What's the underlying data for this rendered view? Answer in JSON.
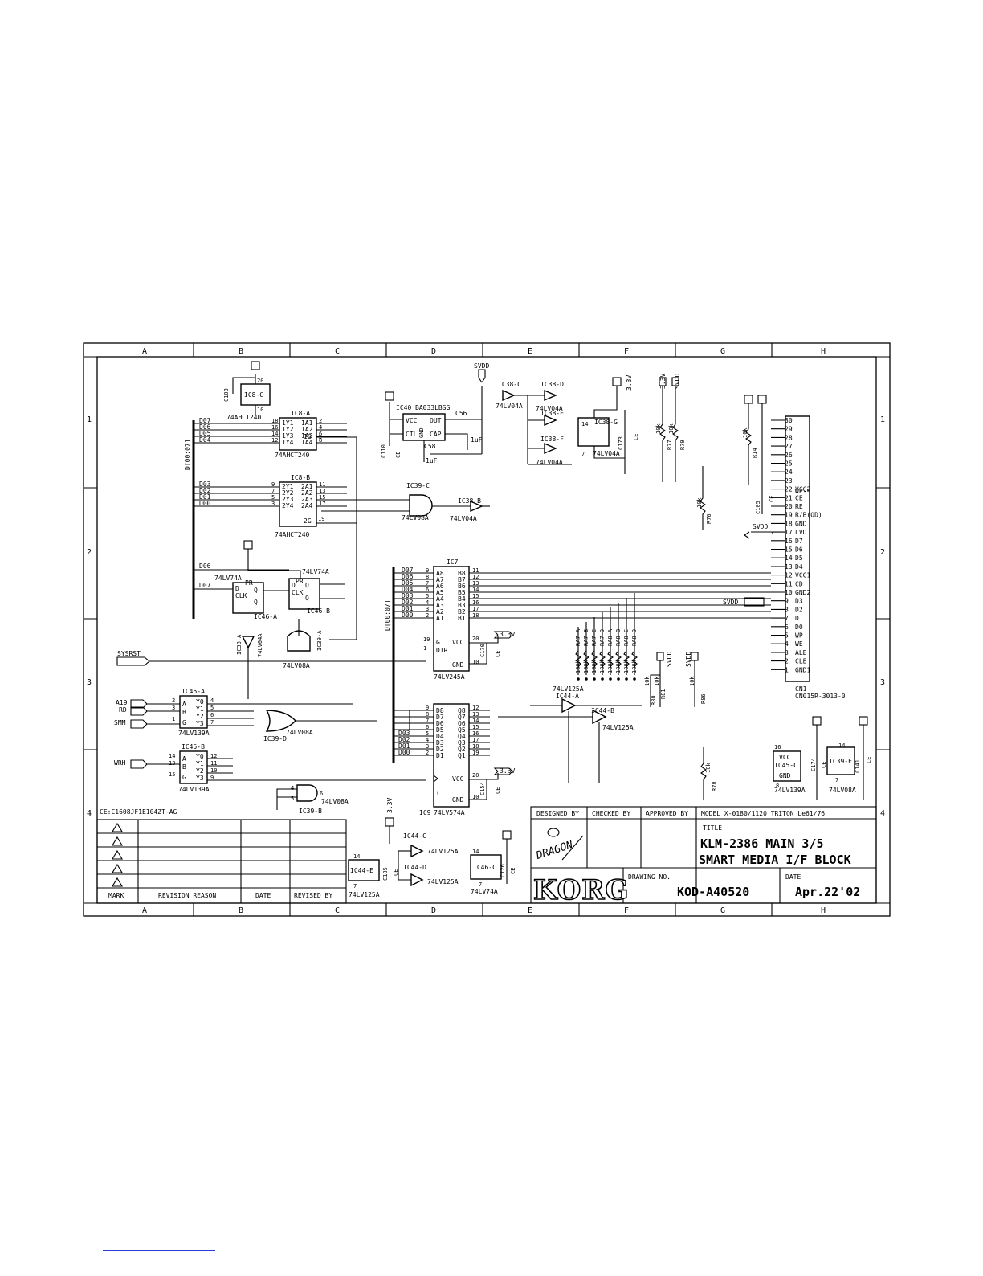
{
  "columns": [
    "A",
    "B",
    "C",
    "D",
    "E",
    "F",
    "G",
    "H"
  ],
  "rows": [
    "1",
    "2",
    "3",
    "4"
  ],
  "capacitor_note": "CE:C1608JF1E104ZT-AG",
  "revision_table": {
    "headers": [
      "MARK",
      "REVISION REASON",
      "DATE",
      "REVISED BY"
    ]
  },
  "title_block": {
    "designed_by": "DESIGNED BY",
    "checked_by": "CHECKED BY",
    "approved_by": "APPROVED BY",
    "model": "MODEL X-0180/1120 TRITON Le61/76",
    "title_label": "TITLE",
    "title_line1": "KLM-2386 MAIN 3/5",
    "title_line2": "SMART MEDIA I/F BLOCK",
    "drawing_no_label": "DRAWING NO.",
    "drawing_no": "KOD-A40520",
    "date_label": "DATE",
    "date": "Apr.22'02",
    "brand": "KORG",
    "signature": "DRAGON"
  },
  "nets": {
    "svdd": "SVDD",
    "v33": "3.3V",
    "sysrst": "SYSRST",
    "a19": "A19",
    "rd": "RD",
    "smm": "SMM",
    "wrh": "WRH",
    "bus_d07": "D[00:07]"
  },
  "parts": {
    "ic8c": "IC8-C",
    "ic8a": "IC8-A",
    "ic8b": "IC8-B",
    "ic8_type": "74AHCT240",
    "ic40": "IC40",
    "ic40_type": "BA033LBSG",
    "c56": "C56",
    "c58": "C58",
    "c110": "C110",
    "c103": "C103",
    "cap_1uf": "1uF",
    "ce": "CE",
    "ic38c": "IC38-C",
    "ic38d": "IC38-D",
    "ic38e": "IC38-E",
    "ic38f": "IC38-F",
    "ic38g": "IC38-G",
    "ic38b": "IC38-B",
    "ic38a": "IC38-A",
    "type_04": "74LV04A",
    "c173": "C173",
    "c105": "C105",
    "r77": "R77",
    "r79": "R79",
    "r14": "R14",
    "r76": "R76",
    "r78": "R78",
    "r80": "R80",
    "r81": "R81",
    "r86": "R86",
    "res_10k": "10k",
    "res_100k": "100k",
    "ic39c": "IC39-C",
    "ic39a": "IC39-A",
    "ic39d": "IC39-D",
    "ic39b": "IC39-B",
    "ic39e": "IC39-E",
    "type_08": "74LV08A",
    "ic46a": "IC46-A",
    "ic46b": "IC46-B",
    "ic46c": "IC46-C",
    "type_74": "74LV74A",
    "ic7": "IC7",
    "ic7_type": "74LV245A",
    "ic9": "IC9",
    "ic9_type": "74LV574A",
    "c170": "C170",
    "c154": "C154",
    "c174": "C174",
    "c141": "C141",
    "c126": "C126",
    "c185": "C185",
    "ic45a": "IC45-A",
    "ic45b": "IC45-B",
    "ic45c": "IC45-C",
    "type_139": "74LV139A",
    "ic44a": "IC44-A",
    "ic44b": "IC44-B",
    "ic44c": "IC44-C",
    "ic44d": "IC44-D",
    "ic44e": "IC44-E",
    "type_125": "74LV125A",
    "cn1": "CN1",
    "cn1_type": "CN015R-3013-0",
    "ra_names": [
      "RA7-A",
      "RA7-B",
      "RA7-C",
      "RA7-D",
      "RA8-A",
      "RA8-B",
      "RA8-C",
      "RA8-D"
    ],
    "wp_s": "WP-S"
  },
  "cn1_pins": [
    {
      "num": "30",
      "sig": ""
    },
    {
      "num": "29",
      "sig": ""
    },
    {
      "num": "28",
      "sig": ""
    },
    {
      "num": "27",
      "sig": ""
    },
    {
      "num": "26",
      "sig": ""
    },
    {
      "num": "25",
      "sig": ""
    },
    {
      "num": "24",
      "sig": ""
    },
    {
      "num": "23",
      "sig": ""
    },
    {
      "num": "22",
      "sig": "VCC2"
    },
    {
      "num": "21",
      "sig": "CE"
    },
    {
      "num": "20",
      "sig": "RE"
    },
    {
      "num": "19",
      "sig": "R/B(OD)"
    },
    {
      "num": "18",
      "sig": "GND"
    },
    {
      "num": "17",
      "sig": "LVD"
    },
    {
      "num": "16",
      "sig": "D7"
    },
    {
      "num": "15",
      "sig": "D6"
    },
    {
      "num": "14",
      "sig": "D5"
    },
    {
      "num": "13",
      "sig": "D4"
    },
    {
      "num": "12",
      "sig": "VCC1"
    },
    {
      "num": "11",
      "sig": "CD"
    },
    {
      "num": "10",
      "sig": "GND2"
    },
    {
      "num": "9",
      "sig": "D3"
    },
    {
      "num": "8",
      "sig": "D2"
    },
    {
      "num": "7",
      "sig": "D1"
    },
    {
      "num": "6",
      "sig": "D0"
    },
    {
      "num": "5",
      "sig": "WP"
    },
    {
      "num": "4",
      "sig": "WE"
    },
    {
      "num": "3",
      "sig": "ALE"
    },
    {
      "num": "2",
      "sig": "CLE"
    },
    {
      "num": "1",
      "sig": "GND1"
    }
  ],
  "ic7_pins_left": [
    {
      "n": "D07",
      "p": "9",
      "s": "A8"
    },
    {
      "n": "D06",
      "p": "8",
      "s": "A7"
    },
    {
      "n": "D05",
      "p": "7",
      "s": "A6"
    },
    {
      "n": "D04",
      "p": "6",
      "s": "A5"
    },
    {
      "n": "D03",
      "p": "5",
      "s": "A4"
    },
    {
      "n": "D02",
      "p": "4",
      "s": "A3"
    },
    {
      "n": "D01",
      "p": "3",
      "s": "A2"
    },
    {
      "n": "D00",
      "p": "2",
      "s": "A1"
    }
  ],
  "ic7_pins_right": [
    {
      "s": "B8",
      "p": "11"
    },
    {
      "s": "B7",
      "p": "12"
    },
    {
      "s": "B6",
      "p": "13"
    },
    {
      "s": "B5",
      "p": "14"
    },
    {
      "s": "B4",
      "p": "15"
    },
    {
      "s": "B3",
      "p": "16"
    },
    {
      "s": "B2",
      "p": "17"
    },
    {
      "s": "B1",
      "p": "18"
    }
  ],
  "ic9_pins_left": [
    {
      "n": "",
      "p": "9",
      "s": "D8"
    },
    {
      "n": "",
      "p": "8",
      "s": "D7"
    },
    {
      "n": "",
      "p": "7",
      "s": "D6"
    },
    {
      "n": "",
      "p": "6",
      "s": "D5"
    },
    {
      "n": "D03",
      "p": "5",
      "s": "D4"
    },
    {
      "n": "D02",
      "p": "4",
      "s": "D3"
    },
    {
      "n": "D01",
      "p": "3",
      "s": "D2"
    },
    {
      "n": "D00",
      "p": "2",
      "s": "D1"
    }
  ],
  "ic9_pins_right": [
    {
      "s": "Q8",
      "p": "12"
    },
    {
      "s": "Q7",
      "p": "13"
    },
    {
      "s": "Q6",
      "p": "14"
    },
    {
      "s": "Q5",
      "p": "15"
    },
    {
      "s": "Q4",
      "p": "16"
    },
    {
      "s": "Q3",
      "p": "17"
    },
    {
      "s": "Q2",
      "p": "18"
    },
    {
      "s": "Q1",
      "p": "19"
    }
  ],
  "ic8a_rows": [
    {
      "n": "D07",
      "p": "18",
      "o": "1Y1",
      "i": "1A1",
      "q": "2"
    },
    {
      "n": "D06",
      "p": "16",
      "o": "1Y2",
      "i": "1A2",
      "q": "4"
    },
    {
      "n": "D05",
      "p": "14",
      "o": "1Y3",
      "i": "1A3",
      "q": "6"
    },
    {
      "n": "D04",
      "p": "12",
      "o": "1Y4",
      "i": "1A4",
      "q": "8"
    }
  ],
  "ic8b_rows": [
    {
      "n": "D03",
      "p": "9",
      "o": "2Y1",
      "i": "2A1",
      "q": "11"
    },
    {
      "n": "D02",
      "p": "7",
      "o": "2Y2",
      "i": "2A2",
      "q": "13"
    },
    {
      "n": "D01",
      "p": "5",
      "o": "2Y3",
      "i": "2A3",
      "q": "15"
    },
    {
      "n": "D00",
      "p": "3",
      "o": "2Y4",
      "i": "2A4",
      "q": "17"
    }
  ]
}
